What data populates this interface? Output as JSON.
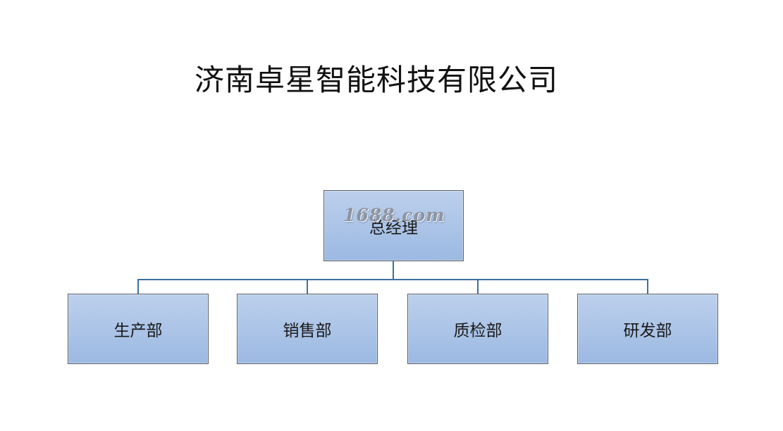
{
  "title": "济南卓星智能科技有限公司",
  "org_chart": {
    "root": {
      "label": "总经理"
    },
    "children": [
      {
        "label": "生产部"
      },
      {
        "label": "销售部"
      },
      {
        "label": "质检部"
      },
      {
        "label": "研发部"
      }
    ]
  },
  "watermark": "1688.com",
  "colors": {
    "node_fill_top": "#bcd0ec",
    "node_fill_bottom": "#9cb9e2",
    "node_border": "#5b5f66",
    "connector": "#3f6f9e"
  }
}
